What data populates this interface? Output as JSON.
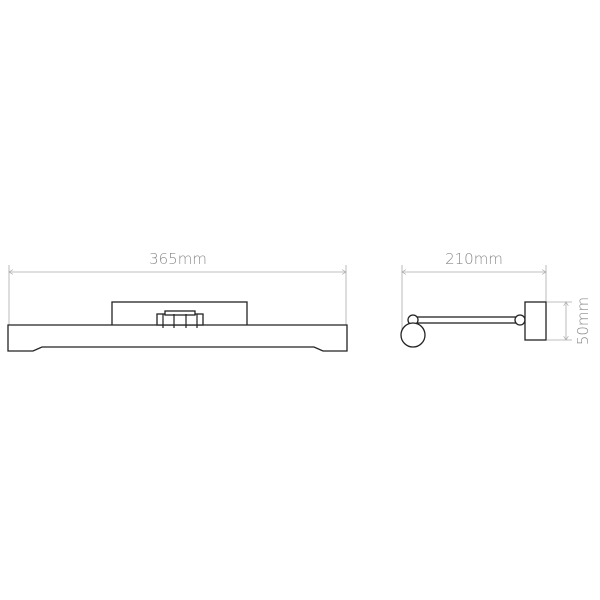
{
  "front_view": {
    "width_label": "365mm"
  },
  "side_view": {
    "depth_label": "210mm",
    "height_label": "50mm"
  },
  "colors": {
    "line": "#222222",
    "dimension": "#aaaaaa",
    "text": "#8a8a8a"
  }
}
